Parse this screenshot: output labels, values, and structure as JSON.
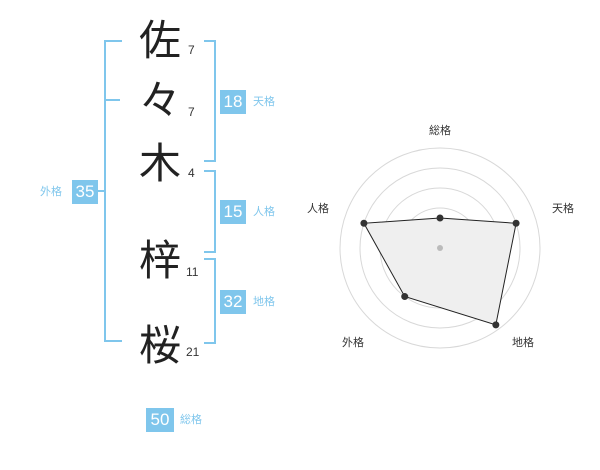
{
  "name_chars": [
    {
      "char": "佐",
      "strokes": "7"
    },
    {
      "char": "々",
      "strokes": "7"
    },
    {
      "char": "木",
      "strokes": "4"
    },
    {
      "char": "梓",
      "strokes": "11"
    },
    {
      "char": "桜",
      "strokes": "21"
    }
  ],
  "kakusu": {
    "tenkaku": {
      "value": "18",
      "label": "天格"
    },
    "jinkaku": {
      "value": "15",
      "label": "人格"
    },
    "chikaku": {
      "value": "32",
      "label": "地格"
    },
    "gaikaku": {
      "value": "35",
      "label": "外格"
    },
    "soukaku": {
      "value": "50",
      "label": "総格"
    }
  },
  "radar": {
    "axes": [
      "総格",
      "天格",
      "地格",
      "外格",
      "人格"
    ],
    "values": [
      0.3,
      0.8,
      0.95,
      0.6,
      0.8
    ],
    "max": 1
  },
  "colors": {
    "accent": "#7fc6ec",
    "text": "#222222",
    "ring": "#d8d8d8"
  }
}
